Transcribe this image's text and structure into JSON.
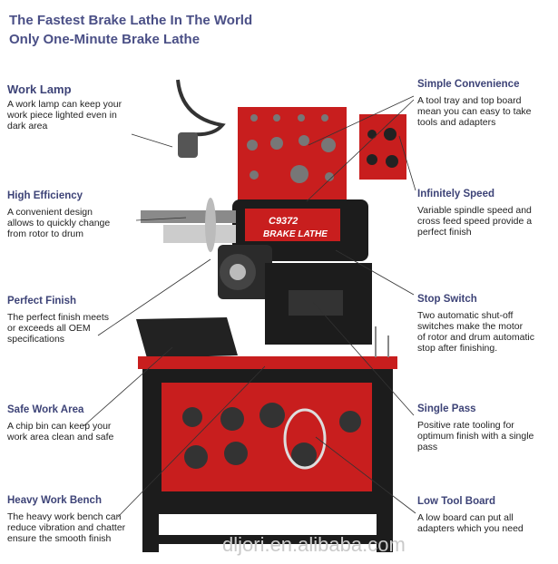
{
  "header": {
    "line1": "The Fastest Brake Lathe In The World",
    "line2": "Only One-Minute Brake Lathe"
  },
  "features": {
    "work_lamp": {
      "title": "Work Lamp",
      "text": [
        "A work lamp can keep your",
        "work piece lighted even in",
        "dark area"
      ]
    },
    "high_efficiency": {
      "title": "High Efficiency",
      "text": [
        "A convenient design",
        "allows to quickly change",
        "from rotor to drum"
      ]
    },
    "perfect_finish": {
      "title": "Perfect Finish",
      "text": [
        "The perfect finish meets",
        "or exceeds all OEM",
        "specifications"
      ]
    },
    "safe_work_area": {
      "title": "Safe Work Area",
      "text": [
        "A chip bin can keep your",
        "work area clean and safe"
      ]
    },
    "heavy_work_bench": {
      "title": "Heavy Work Bench",
      "text": [
        "The heavy work bench can",
        "reduce vibration and chatter",
        "ensure the smooth finish"
      ]
    },
    "simple_convenience": {
      "title": "Simple Convenience",
      "text": [
        "A tool tray and top board",
        "mean you can easy to take",
        "tools and adapters"
      ]
    },
    "infinitely_speed": {
      "title": "Infinitely Speed",
      "text": [
        "Variable spindle speed and",
        "cross feed speed provide a",
        "perfect finish"
      ]
    },
    "stop_switch": {
      "title": "Stop Switch",
      "text": [
        "Two automatic shut-off",
        "switches make the motor",
        "of rotor and drum automatic",
        "stop after finishing."
      ]
    },
    "single_pass": {
      "title": "Single Pass",
      "text": [
        "Positive rate tooling for",
        "optimum finish with a single",
        "pass"
      ]
    },
    "low_tool_board": {
      "title": "Low Tool Board",
      "text": [
        "A low board can put all",
        "adapters which you need"
      ]
    }
  },
  "machine": {
    "model_label": "C9372",
    "brand_label": "BRAKE LATHE"
  },
  "watermark": "dljori.en.alibaba.com",
  "colors": {
    "title": "#4a4f86",
    "machine_red": "#c81e1e",
    "machine_black": "#1c1c1c"
  }
}
